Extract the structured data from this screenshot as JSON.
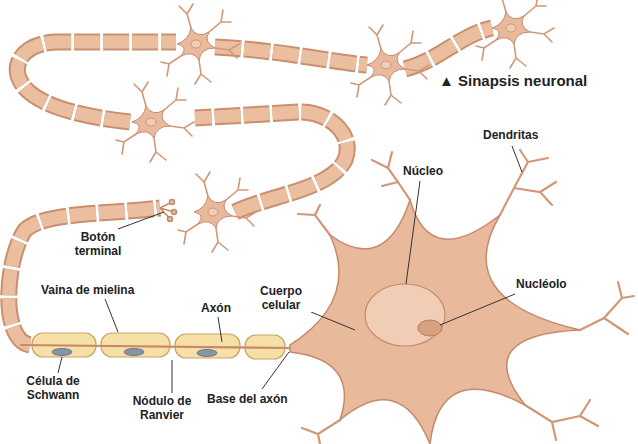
{
  "diagram": {
    "labels": [
      "▲ Sinapsis neuronal",
      "Dendritas",
      "Núcleo",
      "Nucléolo",
      "Botón terminal",
      "Vaina de mielina",
      "Axón",
      "Cuerpo celular",
      "Célula de Schwann",
      "Nódulo de Ranvier",
      "Base del axón"
    ]
  }
}
